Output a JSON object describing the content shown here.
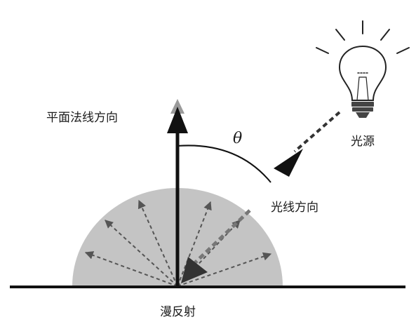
{
  "labels": {
    "normal": "平面法线方向",
    "light_source": "光源",
    "light_direction": "光线方向",
    "diffuse": "漫反射",
    "angle": "θ"
  },
  "colors": {
    "background": "#ffffff",
    "stroke": "#111111",
    "hemisphere": "#c4c4c4",
    "scatter_arrows": "#555555",
    "normal_arrow_shadow": "#9a9a9a"
  },
  "icons": {
    "light_source": "light-bulb-icon"
  }
}
